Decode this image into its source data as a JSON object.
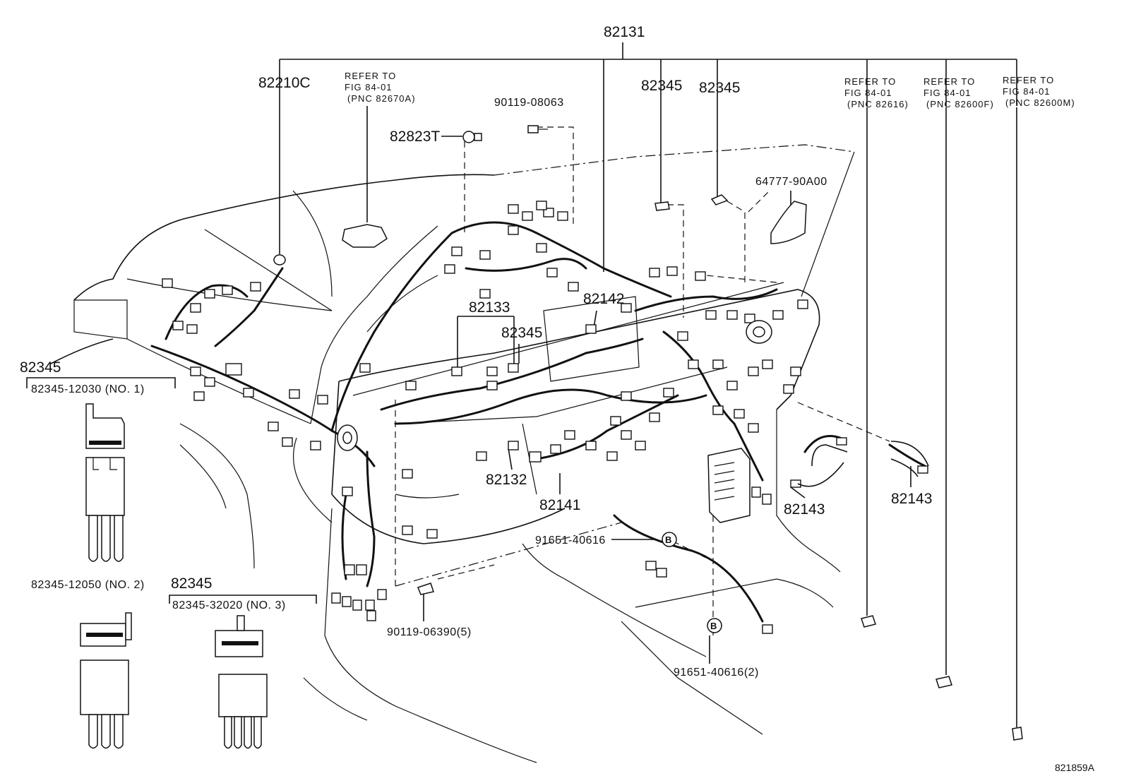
{
  "diagram": {
    "callouts": {
      "main_harness": "82131",
      "clamp_left": "82210C",
      "refer_a": "REFER TO",
      "refer_a_fig": "FIG 84-01",
      "refer_a_pnc": "(PNC 82670A)",
      "screw_top": "90119-08063",
      "bulb": "82823T",
      "relay_top_1": "82345",
      "relay_top_2": "82345",
      "refer_b": "REFER TO",
      "refer_b_fig": "FIG 84-01",
      "refer_b_pnc": "(PNC 82616)",
      "refer_c": "REFER TO",
      "refer_c_fig": "FIG 84-01",
      "refer_c_pnc": "(PNC 82600F)",
      "refer_d": "REFER TO",
      "refer_d_fig": "FIG 84-01",
      "refer_d_pnc": "(PNC 82600M)",
      "protector": "64777-90A00",
      "harness_82133": "82133",
      "harness_82142": "82142",
      "relay_mid": "82345",
      "relay_left": "82345",
      "relay_no1": "82345-12030 (NO. 1)",
      "relay_no2": "82345-12050 (NO. 2)",
      "relay_lower": "82345",
      "relay_no3": "82345-32020 (NO. 3)",
      "harness_82132": "82132",
      "harness_82141": "82141",
      "harness_82143_a": "82143",
      "harness_82143_b": "82143",
      "bolt_b1": "91651-40616",
      "bolt_b2": "91651-40616(2)",
      "screw_bottom": "90119-06390(5)",
      "badge_b": "B",
      "figure_id": "821859A"
    }
  }
}
